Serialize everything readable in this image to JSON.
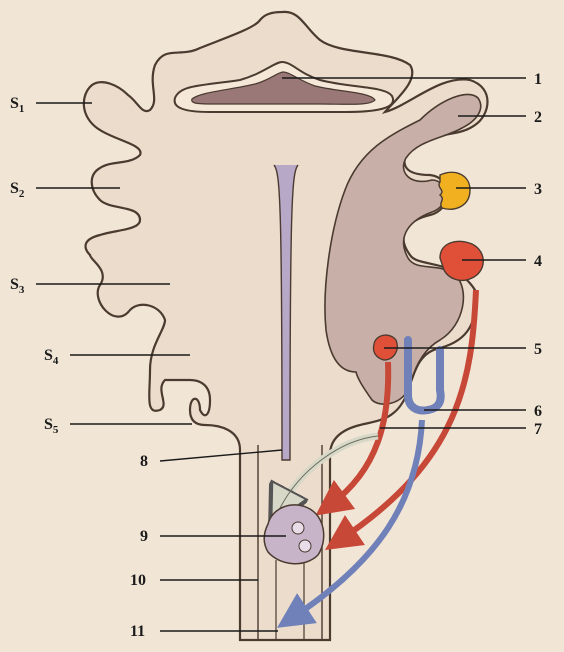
{
  "labels": {
    "left": [
      {
        "main": "S",
        "sub": "1"
      },
      {
        "main": "S",
        "sub": "2"
      },
      {
        "main": "S",
        "sub": "3"
      },
      {
        "main": "S",
        "sub": "4"
      },
      {
        "main": "S",
        "sub": "5"
      }
    ],
    "right": [
      "1",
      "2",
      "3",
      "4",
      "5",
      "6",
      "7"
    ],
    "center": [
      "8",
      "9",
      "10",
      "11"
    ]
  },
  "colors": {
    "background": "#f1e6d6",
    "body": "#ecdccb",
    "body_outline": "#4a3a30",
    "shaded_half": "#c8b0a8",
    "ventricle": "#9a7878",
    "nucleus_3": "#f0b020",
    "nucleus_4_5": "#e05038",
    "red_tract": "#c84838",
    "blue_tract": "#7080b8",
    "grey_tract": "#c8c8b8",
    "central_canal": "#b8a8c8",
    "nucleus_9": "#c8b4c8"
  }
}
